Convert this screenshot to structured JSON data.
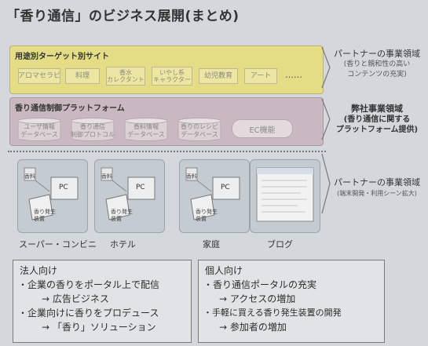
{
  "title": "「香り通信」のビジネス展開(まとめ)",
  "top_panel": {
    "title": "用途別ターゲット別サイト",
    "chips": [
      "アロマセラピ",
      "料理",
      "香水\nカレクタント",
      "いやし系\nキャラクター",
      "幼児教育",
      "アート"
    ],
    "ellipsis": "……"
  },
  "platform_panel": {
    "title": "香り通信制御プラットフォーム",
    "items": [
      "ユーザ情報\nデータベース",
      "香り通信\n制御プロトコル",
      "香料情報\nデータベース",
      "香りのレシピ\nデータベース"
    ],
    "ec_label": "EC機能"
  },
  "right_labels": {
    "partner_top": {
      "title": "パートナーの事業領域",
      "sub1": "(香りと親和性の高い",
      "sub2": "コンテンツの充実)"
    },
    "own": {
      "title": "弊社事業領域",
      "sub1": "(香り通信に関する",
      "sub2": "プラットフォーム提供)"
    },
    "partner_bottom": {
      "title": "パートナーの事業領域",
      "sub1": "(端末開発・利用シーン拡大)"
    }
  },
  "environments": [
    {
      "label": "スーパー・コンビニ",
      "device_labels": {
        "kaori": "香料",
        "pc": "PC",
        "gen": "香り発生\n装置"
      }
    },
    {
      "label": "ホテル",
      "device_labels": {
        "kaori": "香料",
        "pc": "PC",
        "gen": "香り発生\n装置"
      }
    },
    {
      "label": "家庭",
      "device_labels": {
        "kaori": "香料",
        "pc": "PC",
        "gen": "香り発生\n装置"
      }
    },
    {
      "label": "ブログ"
    }
  ],
  "business_box": {
    "title": "法人向け",
    "lines": [
      "・企業の香りをポータル上で配信",
      "→ 広告ビジネス",
      "・企業向けに香りをプロデュース",
      "→ 「香り」ソリューション"
    ]
  },
  "personal_box": {
    "title": "個人向け",
    "lines": [
      "・香り通信ポータルの充実",
      "→ アクセスの増加",
      "・手軽に買える香り発生装置の開発",
      "→ 参加者の増加"
    ]
  },
  "colors": {
    "top_panel": "#e4dd86",
    "platform_panel": "#c9b8bf",
    "environment": "#c4ccd2",
    "background": "#d4d8dc"
  }
}
